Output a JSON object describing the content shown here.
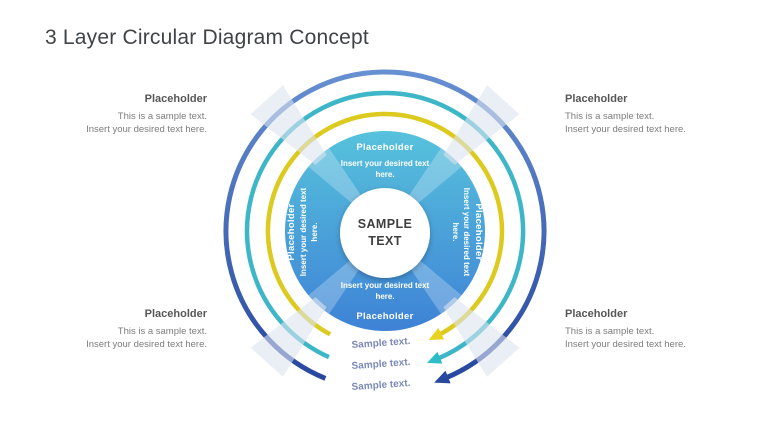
{
  "title": "3 Layer Circular Diagram Concept",
  "blocks": {
    "top_left": {
      "heading": "Placeholder",
      "body1": "This is a sample text.",
      "body2": "Insert your desired text here."
    },
    "top_right": {
      "heading": "Placeholder",
      "body1": "This is a sample text.",
      "body2": "Insert your desired text here."
    },
    "bottom_left": {
      "heading": "Placeholder",
      "body1": "This is a sample text.",
      "body2": "Insert your desired text here."
    },
    "bottom_right": {
      "heading": "Placeholder",
      "body1": "This is a sample text.",
      "body2": "Insert your desired text here."
    }
  },
  "diagram": {
    "center_label": "SAMPLE TEXT",
    "segments": {
      "top": {
        "title": "Placeholder",
        "body": "Insert your desired text here."
      },
      "right": {
        "title": "Placeholder",
        "body": "Insert your desired text here."
      },
      "bottom": {
        "title": "Placeholder",
        "body": "Insert your desired text here."
      },
      "left": {
        "title": "Placeholder",
        "body": "Insert your desired text here."
      }
    },
    "arrow_labels": [
      "Sample text.",
      "Sample text.",
      "Sample text."
    ],
    "colors": {
      "ring_outer_blue": "#3a63b4",
      "ring_middle_teal": "#3db6c8",
      "ring_inner_yellow": "#dcca1f",
      "disk_top": "#57c2dc",
      "disk_bottom": "#3e82d6",
      "arrow_label_text": "#7b8aba"
    }
  }
}
